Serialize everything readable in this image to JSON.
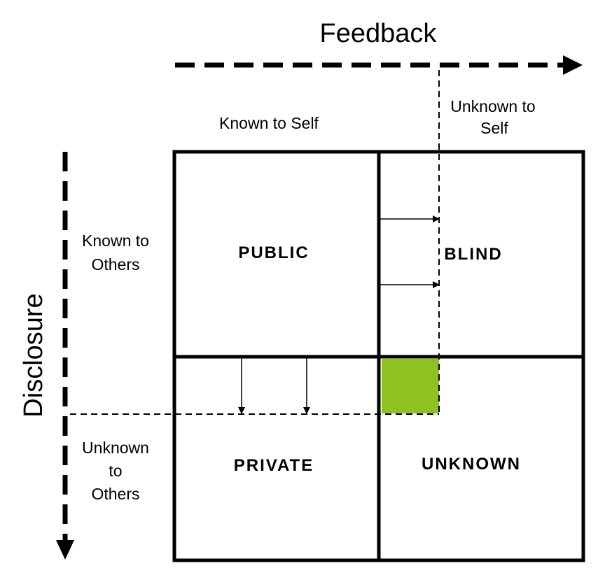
{
  "axes": {
    "horizontal_label": "Feedback",
    "vertical_label": "Disclosure"
  },
  "columns": {
    "known_to_self": "Known to Self",
    "unknown_to_self_line1": "Unknown to",
    "unknown_to_self_line2": "Self"
  },
  "rows": {
    "known_to_others_line1": "Known to",
    "known_to_others_line2": "Others",
    "unknown_to_others_line1": "Unknown",
    "unknown_to_others_line2": "to",
    "unknown_to_others_line3": "Others"
  },
  "quadrants": {
    "public": "PUBLIC",
    "blind": "BLIND",
    "private": "PRIVATE",
    "unknown": "UNKNOWN"
  },
  "colors": {
    "highlight": "#8dc21f",
    "line": "#000000"
  }
}
